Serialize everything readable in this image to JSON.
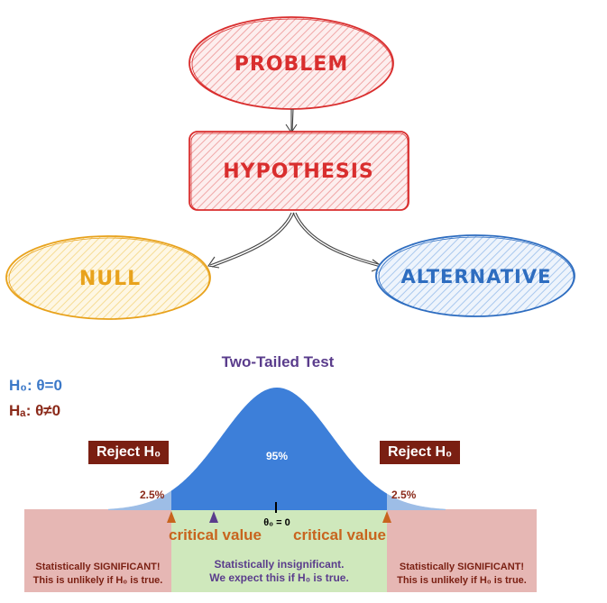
{
  "flowchart": {
    "problem": "PROBLEM",
    "hypothesis": "HYPOTHESIS",
    "null": "NULL",
    "alternative": "ALTERNATIVE"
  },
  "test": {
    "title": "Two-Tailed Test",
    "h0": "H₀: θ=0",
    "ha": "Hₐ: θ≠0",
    "reject_left": "Reject H₀",
    "reject_right": "Reject H₀",
    "tail_left": "2.5%",
    "tail_right": "2.5%",
    "center": "95%",
    "theta_label": "θ₀ = 0",
    "critical_left": "critical value",
    "critical_right": "critical value",
    "left_zone": [
      "Statistically SIGNIFICANT!",
      "This is unlikely if H₀ is true."
    ],
    "middle_zone": [
      "Statistically insignificant.",
      "We expect this if H₀ is true."
    ],
    "right_zone": [
      "Statistically SIGNIFICANT!",
      "This is unlikely if H₀ is true."
    ]
  },
  "colors": {
    "problem": "#d92e2e",
    "null": "#e8a21c",
    "alternative": "#2e6dc0",
    "curve": "#3d7fd9",
    "reject_zone": "#e6b7b4",
    "accept_zone": "#cfe8bc",
    "critical": "#c8641e",
    "marker_purple": "#5a3c8c"
  }
}
